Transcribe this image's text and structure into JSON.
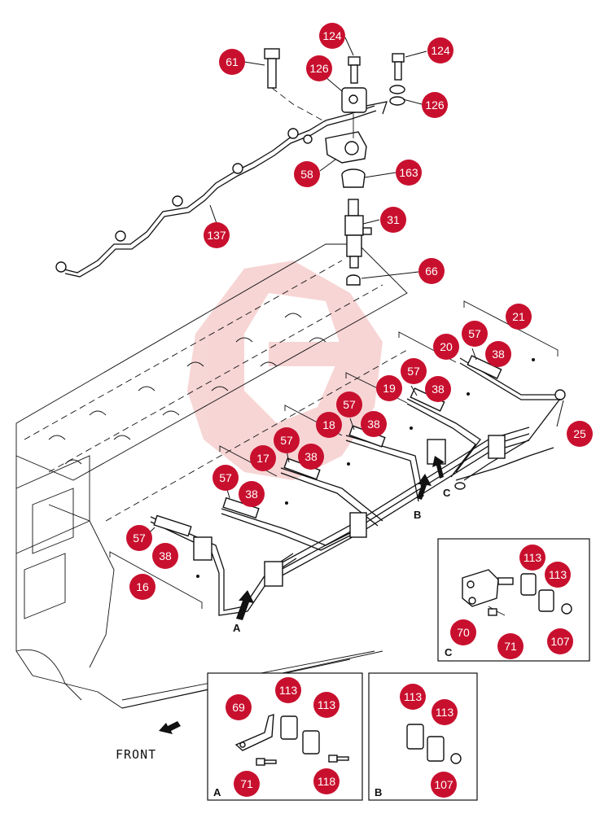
{
  "diagram": {
    "front_label": "FRONT",
    "inset_labels": {
      "a": "A",
      "b": "B",
      "c": "C"
    },
    "arrow_labels": {
      "a": "A",
      "b": "B",
      "c": "C"
    },
    "callouts": {
      "c61": "61",
      "c124a": "124",
      "c124b": "124",
      "c126a": "126",
      "c126b": "126",
      "c58": "58",
      "c137": "137",
      "c163": "163",
      "c31": "31",
      "c66": "66",
      "c21": "21",
      "c20": "20",
      "c57a": "57",
      "c38a": "38",
      "c25": "25",
      "c19": "19",
      "c57b": "57",
      "c38b": "38",
      "c18": "18",
      "c57c": "57",
      "c38c": "38",
      "c17": "17",
      "c57d": "57",
      "c38d": "38",
      "c57e": "57",
      "c38e": "38",
      "c57f": "57",
      "c38f": "38",
      "c16": "16",
      "ic113a": "113",
      "ic113b": "113",
      "ic70": "70",
      "ic71": "71",
      "ic107": "107",
      "ia69": "69",
      "ia113a": "113",
      "ia113b": "113",
      "ia71": "71",
      "ia118": "118",
      "ib113a": "113",
      "ib113b": "113",
      "ib107": "107"
    },
    "colors": {
      "callout": "#c8102e",
      "line": "#111111",
      "watermark": "#e36b6b"
    }
  }
}
